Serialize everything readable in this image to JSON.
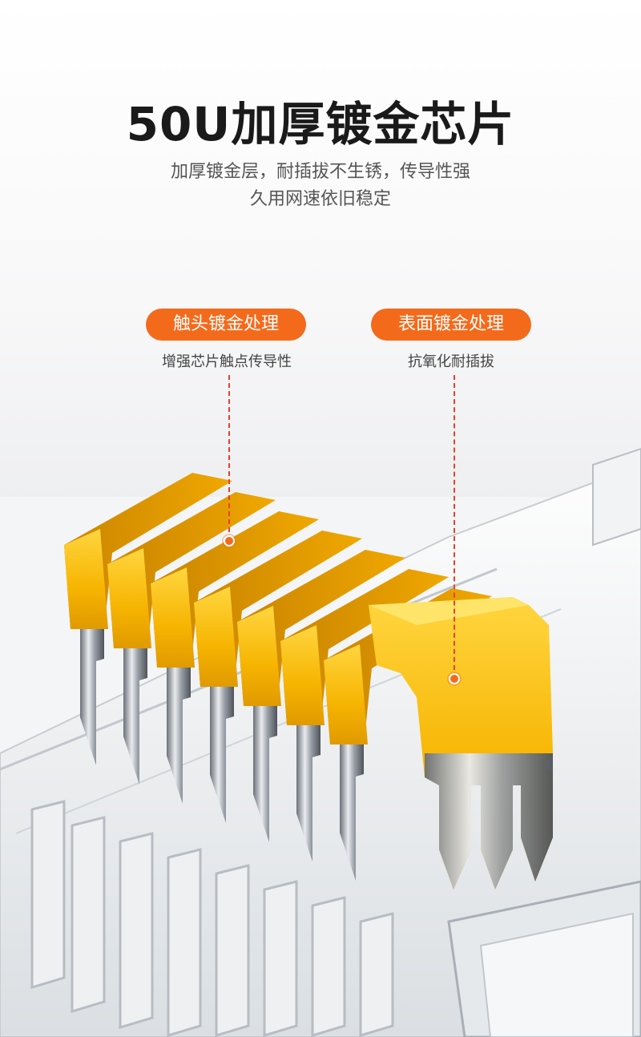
{
  "header": {
    "title": "50U加厚镀金芯片",
    "subtitle_line1": "加厚镀金层，耐插拔不生锈，传导性强",
    "subtitle_line2": "久用网速依旧稳定"
  },
  "callouts": {
    "left": {
      "label": "触头镀金处理",
      "caption": "增强芯片触点传导性"
    },
    "right": {
      "label": "表面镀金处理",
      "caption": "抗氧化耐插拔"
    }
  },
  "colors": {
    "accent": "#f46a1b",
    "gold": "#f6b400",
    "dash": "#e8402c"
  },
  "illustration": {
    "subject": "rj45-connector-gold-contacts",
    "contact_count": 8
  }
}
